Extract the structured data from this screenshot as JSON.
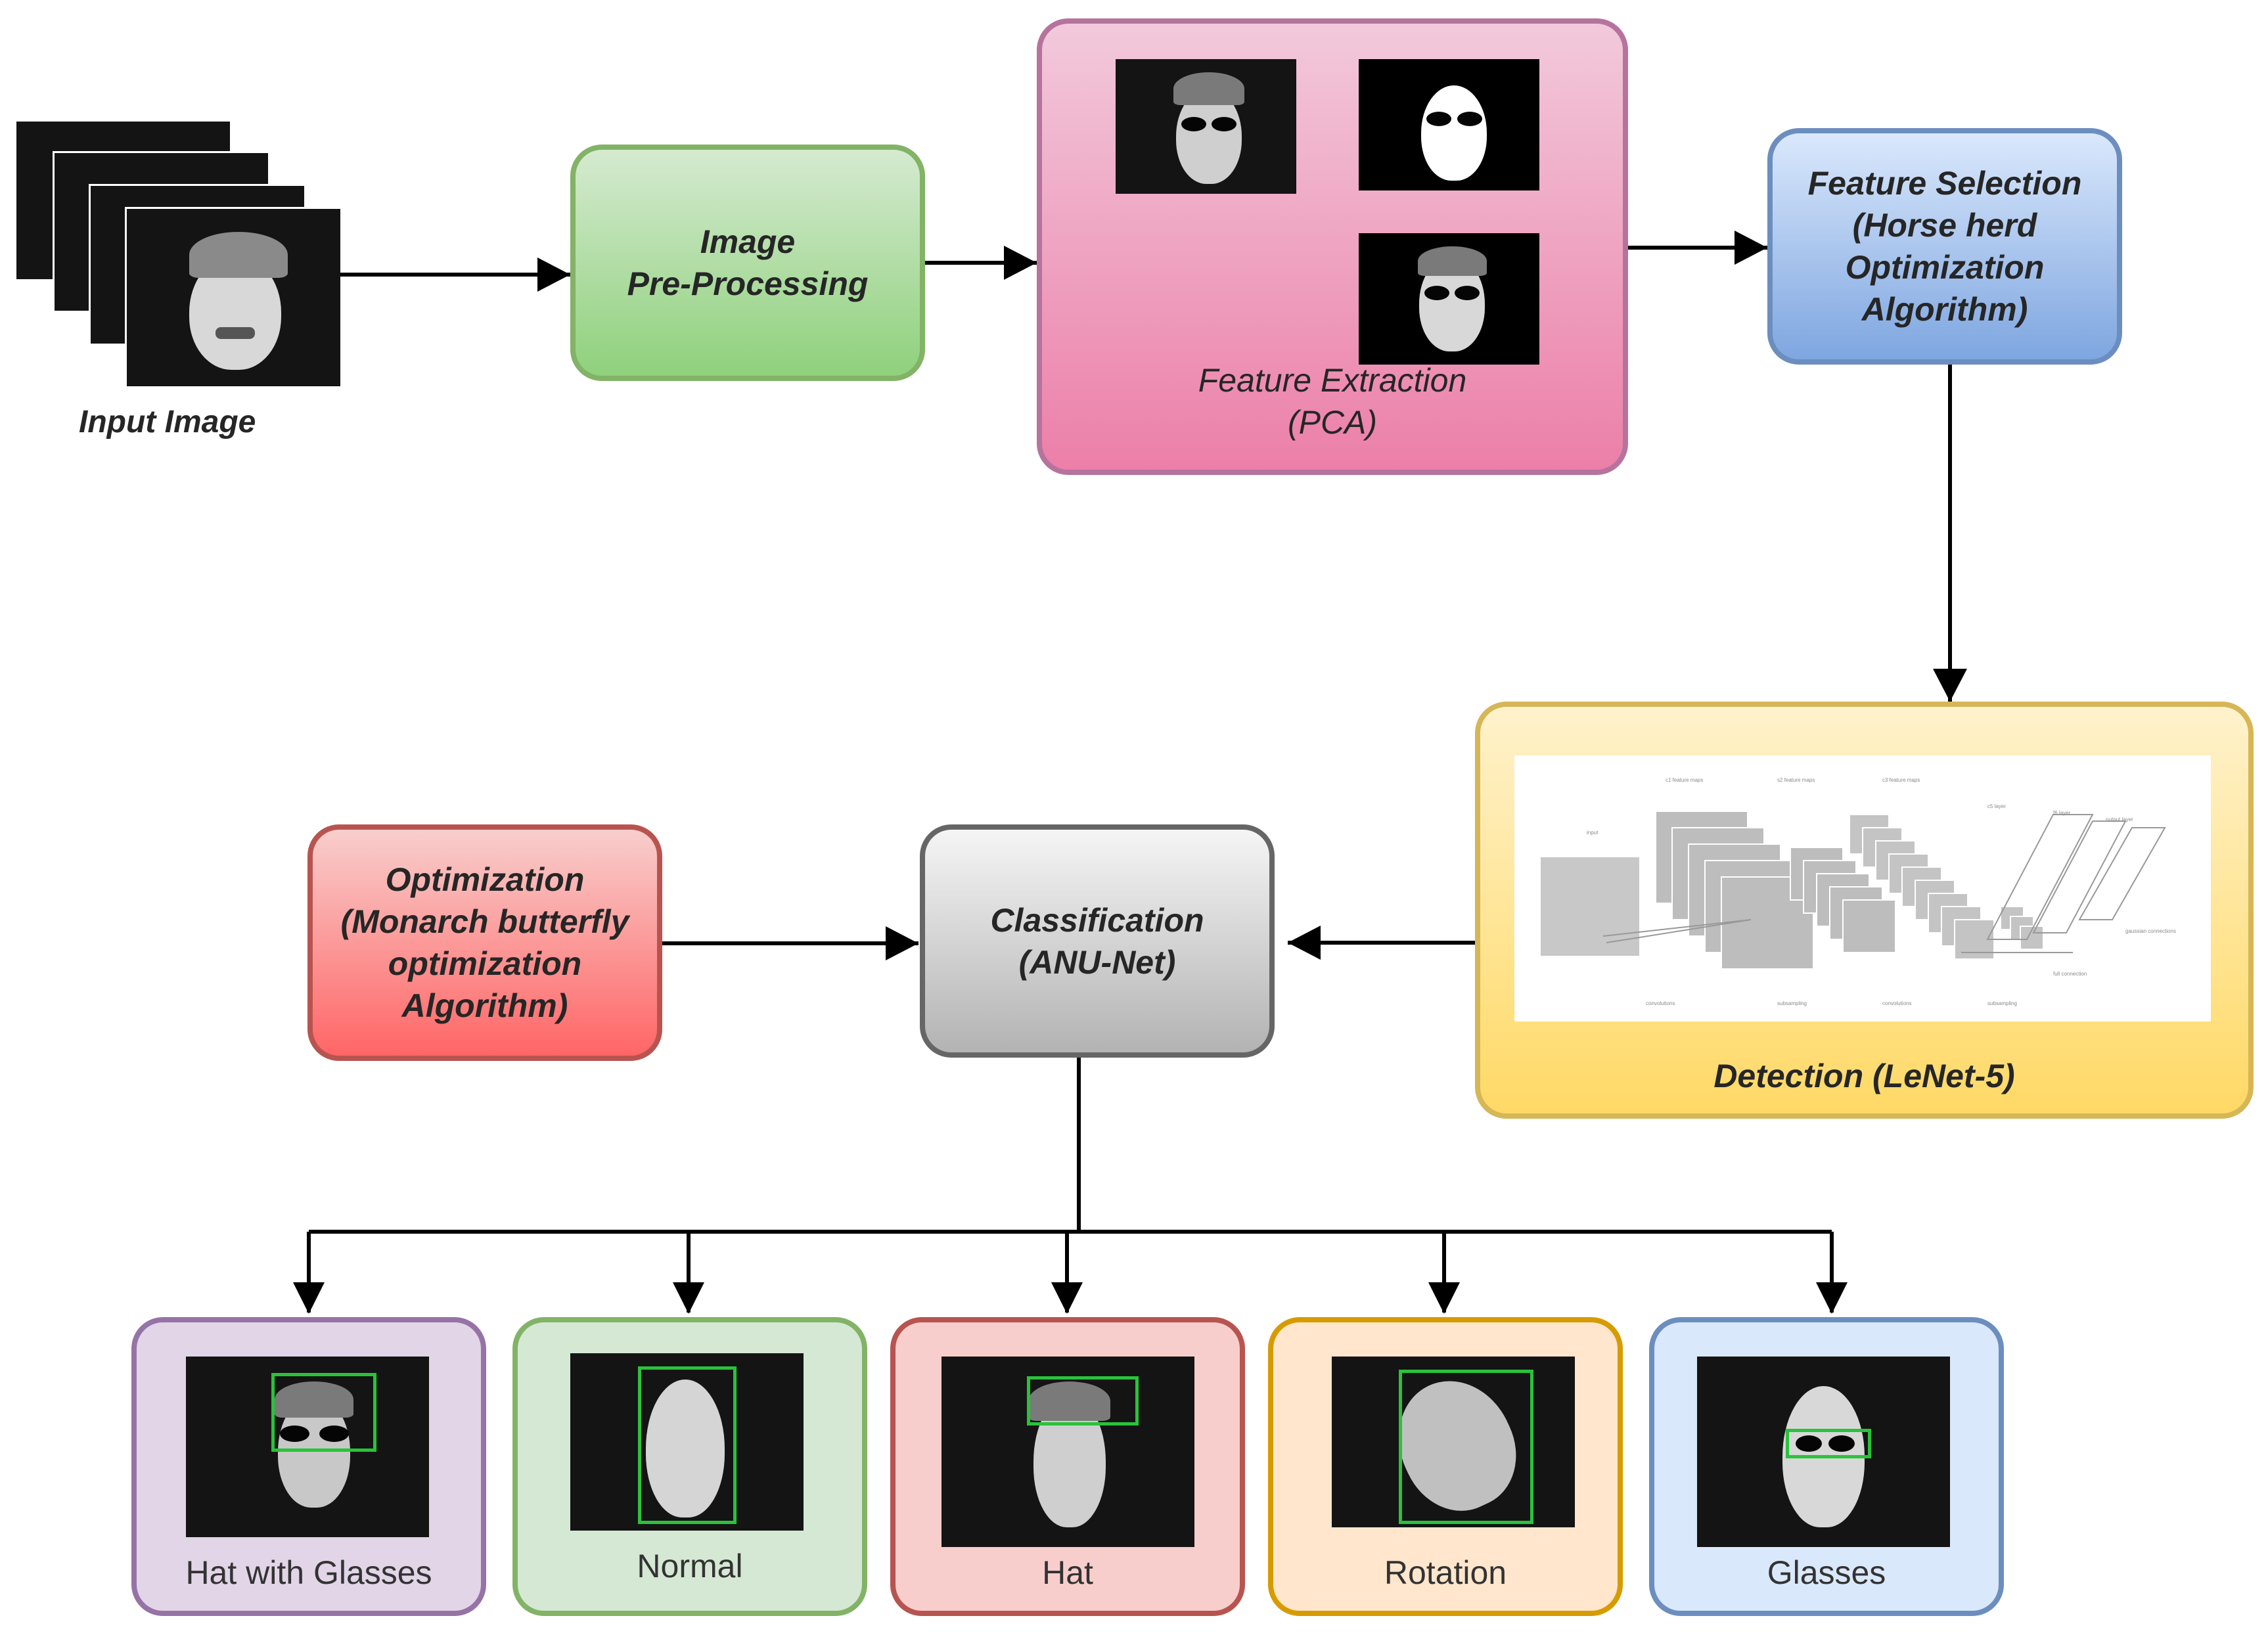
{
  "input": {
    "label": "Input Image"
  },
  "preprocessing": {
    "label": "Image\nPre-Processing"
  },
  "feature_extraction": {
    "label": "Feature  Extraction\n(PCA)"
  },
  "feature_selection": {
    "label": "Feature Selection\n(Horse herd\nOptimization\nAlgorithm)"
  },
  "detection": {
    "label": "Detection (LeNet-5)"
  },
  "classification": {
    "label": "Classification\n(ANU-Net)"
  },
  "optimization": {
    "label": "Optimization\n(Monarch butterfly\noptimization\nAlgorithm)"
  },
  "outputs": [
    {
      "label": "Hat with Glasses"
    },
    {
      "label": "Normal"
    },
    {
      "label": "Hat"
    },
    {
      "label": "Rotation"
    },
    {
      "label": "Glasses"
    }
  ],
  "colors": {
    "green_border": "#82b366",
    "pink_border": "#b5739d",
    "blue_border": "#6c8ebf",
    "yellow_border": "#d6b656",
    "gray_border": "#666666",
    "red_border": "#b85450",
    "purple_border": "#9673a6",
    "orange_border": "#d79b00"
  }
}
